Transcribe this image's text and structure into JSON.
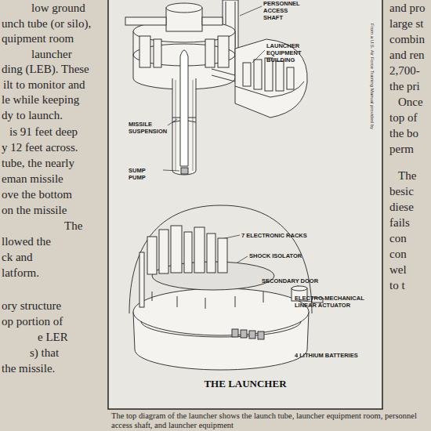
{
  "diagram": {
    "title": "THE LAUNCHER",
    "caption": "The top diagram of the launcher shows the launch tube, launcher equipment room, personnel access shaft, and launcher equipment",
    "labels": [
      "low ground",
      "unch tube (or silo),",
      "quipment room",
      "launcher",
      "ding (LEB). These",
      "ilt to monitor and",
      "le while keeping",
      "dy to launch.",
      "is 91 feet deep",
      "y 12 feet across.",
      "tube, the nearly",
      "eman missile",
      "ove the bottom",
      "on the missile",
      "The",
      "llowed the",
      "ck and",
      "latform.",
      "ory structure",
      "op portion of",
      "e LER",
      "s) that",
      "the missile.",
      "PERSONNEL ACCESS SHAFT",
      "LAUNCHER EQUIPMENT BUILDING",
      "MISSILE SUSPENSION",
      "SUMP PUMP",
      "7 ELECTRONIC RACKS",
      "SHOCK ISOLATOR",
      "SECONDARY DOOR",
      "ELECTRO-MECHANICAL LINEAR ACTUATOR",
      "4 LITHIUM BATTERIES",
      "From a U.S. Air Force Training Manual provided by",
      "and pro",
      "large st",
      "combin",
      "and ren",
      "2,700-",
      "the pri",
      "Once",
      "top of",
      "the bo",
      "perm",
      "The",
      "besic",
      "diese",
      "fails",
      "con",
      "con",
      "wel",
      "to t"
    ]
  }
}
